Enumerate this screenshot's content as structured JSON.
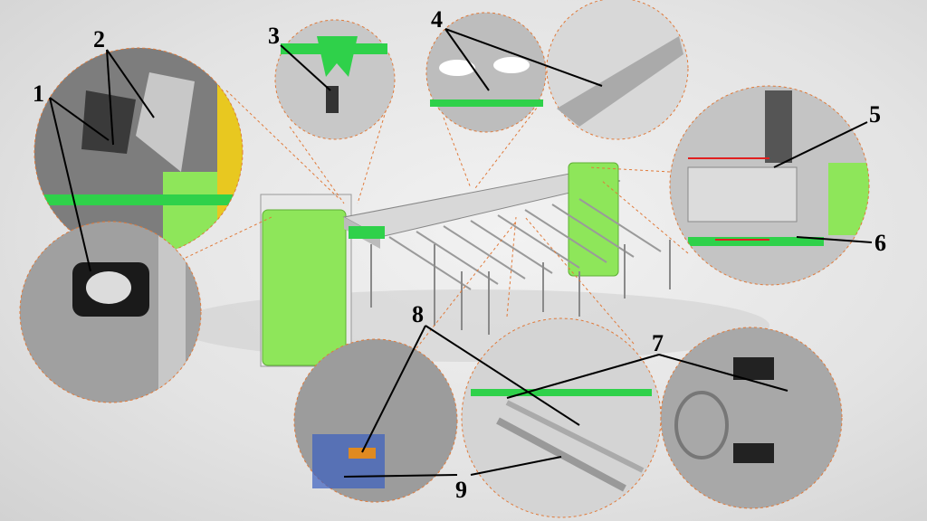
{
  "callouts": {
    "c1": "1",
    "c2": "2",
    "c3": "3",
    "c4": "4",
    "c5": "5",
    "c6": "6",
    "c7": "7",
    "c8": "8",
    "c9": "9"
  },
  "colors": {
    "machine_green": "#8ee65a",
    "belt_green": "#2fd14a",
    "dashed_orange": "#e07a3a",
    "arrow_red": "#e02020"
  }
}
